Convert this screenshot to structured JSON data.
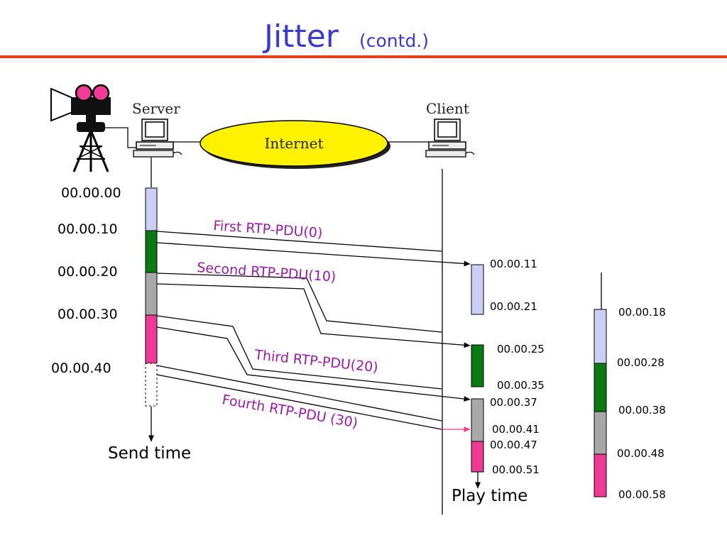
{
  "title": "Jitter",
  "subtitle": "(contd.)",
  "colors": {
    "title": "#3a3acc",
    "rule": "#e8401c",
    "pdu_label": "#9a1aa8",
    "packet_0": "#cccff5",
    "packet_10": "#0c7a14",
    "packet_20": "#a8a8a8",
    "packet_30": "#ef3a96",
    "internet_cloud": "#fff200",
    "late_arrow": "#ef3a96"
  },
  "network": {
    "server_label": "Server",
    "client_label": "Client",
    "internet_label": "Internet",
    "source_icon": "video-camera-icon",
    "server_icon": "computer-icon",
    "client_icon": "computer-icon"
  },
  "send_times": [
    "00.00.00",
    "00.00.10",
    "00.00.20",
    "00.00.30",
    "00.00.40"
  ],
  "pdu_labels": [
    "First RTP-PDU(0)",
    "Second RTP-PDU(10)",
    "Third RTP-PDU(20)",
    "Fourth RTP-PDU (30)"
  ],
  "play_times": [
    "00.00.11",
    "00.00.21",
    "00.00.25",
    "00.00.35",
    "00.00.37",
    "00.00.41",
    "00.00.47",
    "00.00.51"
  ],
  "right_times": [
    "00.00.18",
    "00.00.28",
    "00.00.38",
    "00.00.48",
    "00.00.58"
  ],
  "send_axis_label": "Send time",
  "play_axis_label": "Play time"
}
